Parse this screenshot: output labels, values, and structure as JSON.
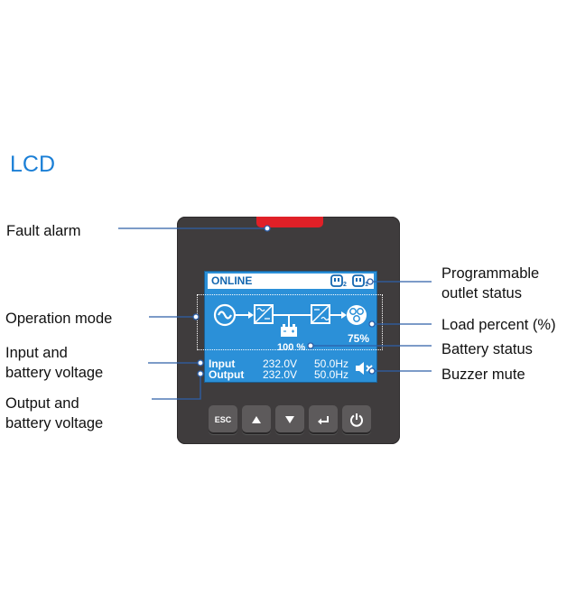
{
  "heading": "LCD",
  "callouts": {
    "fault_alarm": "Fault alarm",
    "operation_mode": "Operation mode",
    "input_battery_1": "Input and",
    "input_battery_2": "battery voltage",
    "output_battery_1": "Output and",
    "output_battery_2": "battery voltage",
    "outlet_status_1": "Programmable",
    "outlet_status_2": "outlet status",
    "load_percent": "Load percent (%)",
    "battery_status": "Battery status",
    "buzzer_mute": "Buzzer mute"
  },
  "screen": {
    "mode": "ONLINE",
    "outlet_1": "2",
    "outlet_2": "1",
    "battery_percent": "100 %",
    "load_percent": "75%",
    "input_label": "Input",
    "input_voltage": "232.0V",
    "input_freq": "50.0Hz",
    "output_label": "Output",
    "output_voltage": "232.0V",
    "output_freq": "50.0Hz"
  },
  "buttons": {
    "esc": "ESC"
  },
  "colors": {
    "heading": "#1b7fd6",
    "screen": "#2b90d8",
    "panel": "#3f3c3d",
    "fault_led": "#e02027",
    "leader_line": "#2d5fa8"
  }
}
